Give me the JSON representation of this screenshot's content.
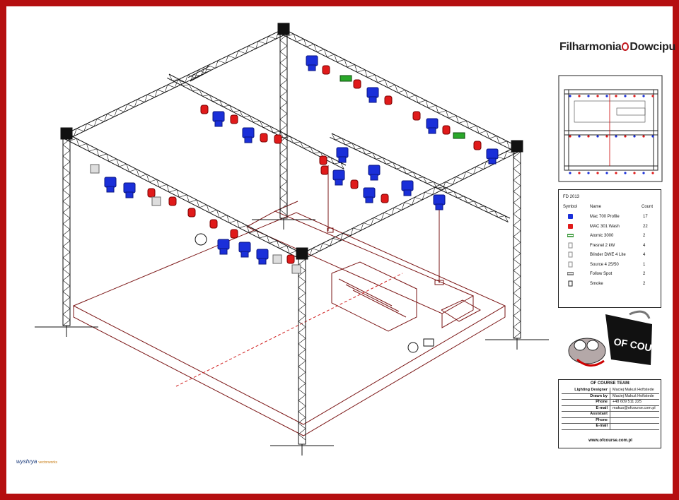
{
  "logo": {
    "left": "Filharmonia",
    "right": "Dowcipu"
  },
  "legend": {
    "title": "FD 2013",
    "col_symbol": "Symbol",
    "col_name": "Name",
    "col_count": "Count",
    "items": [
      {
        "icon": "moving-head-profile-icon",
        "color": "#1a2fd9",
        "name": "Mac 700 Profile",
        "count": "17"
      },
      {
        "icon": "moving-head-wash-icon",
        "color": "#e01a1a",
        "name": "MAC 301 Wash",
        "count": "22"
      },
      {
        "icon": "atomic-strobe-icon",
        "color": "#1b8a1b",
        "name": "Atomic 3000",
        "count": "2"
      },
      {
        "icon": "fresnel-icon",
        "color": "#888888",
        "name": "Fresnel 2 kW",
        "count": "4"
      },
      {
        "icon": "blinder-icon",
        "color": "#888888",
        "name": "Blinder DWE 4 Lite",
        "count": "4"
      },
      {
        "icon": "profile-spot-icon",
        "color": "#888888",
        "name": "Source 4 25/50",
        "count": "1"
      },
      {
        "icon": "follow-spot-icon",
        "color": "#222222",
        "name": "Follow Spot",
        "count": "2"
      },
      {
        "icon": "smoke-machine-icon",
        "color": "#222222",
        "name": "Smoke",
        "count": "2"
      }
    ]
  },
  "team": {
    "title": "OF COURSE TEAM:",
    "rows": [
      {
        "k": "Lighting Designer",
        "v": "Maciej Makuś Hoftstede"
      },
      {
        "k": "Drawn by",
        "v": "Maciej Makuś Hoftstede"
      },
      {
        "k": "Phone",
        "v": "+48 609 511 225"
      },
      {
        "k": "E-mail",
        "v": "makus@ofcourse.com.pl"
      },
      {
        "k": "Assistant",
        "v": ""
      },
      {
        "k": "Phone",
        "v": ""
      },
      {
        "k": "E-mail",
        "v": ""
      }
    ],
    "url": "www.ofcourse.com.pl"
  },
  "ofcourse_badge": "OF COURSE",
  "credit": {
    "name": "wyshrya",
    "sub": "vectorworks"
  },
  "colors": {
    "frame": "#b50f10",
    "truss": "#111111",
    "profile": "#1a2fd9",
    "wash": "#e01a1a",
    "stage": "#7a1414"
  }
}
